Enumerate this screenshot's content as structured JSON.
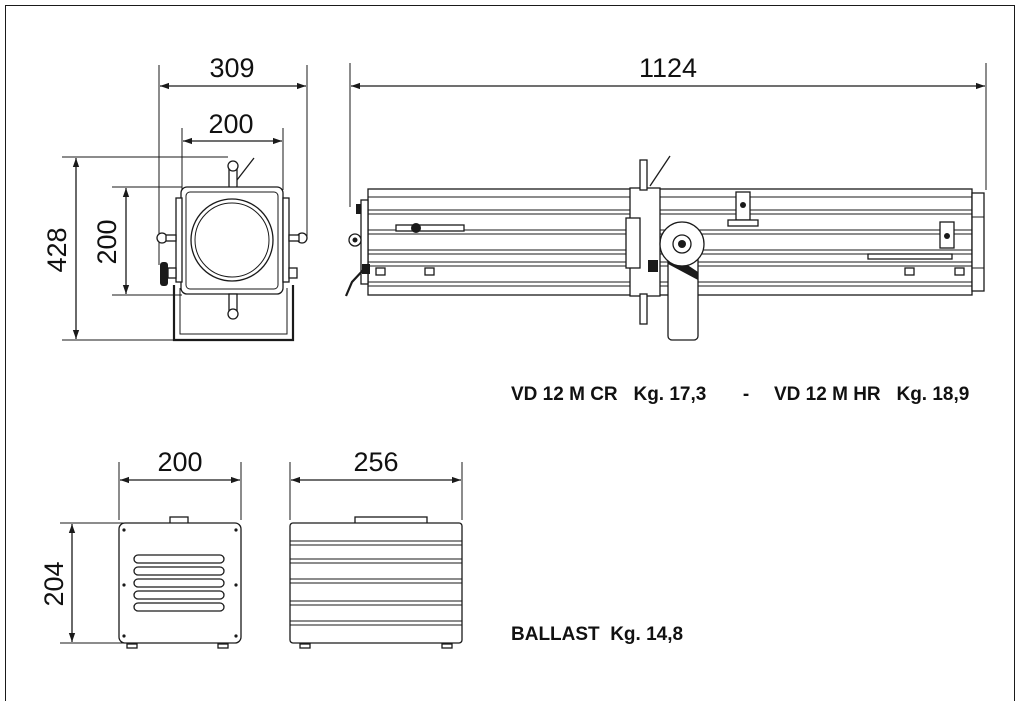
{
  "dimensions": {
    "front_width": "309",
    "front_lens_width": "200",
    "front_height": "428",
    "front_lens_height": "200",
    "side_length": "1124",
    "ballast_width": "200",
    "ballast_depth": "256",
    "ballast_height": "204"
  },
  "captions": {
    "model_cr": "VD 12 M CR   Kg. 17,3",
    "separator": "-",
    "model_hr": "VD 12 M HR   Kg. 18,9",
    "ballast": "BALLAST  Kg. 14,8"
  }
}
